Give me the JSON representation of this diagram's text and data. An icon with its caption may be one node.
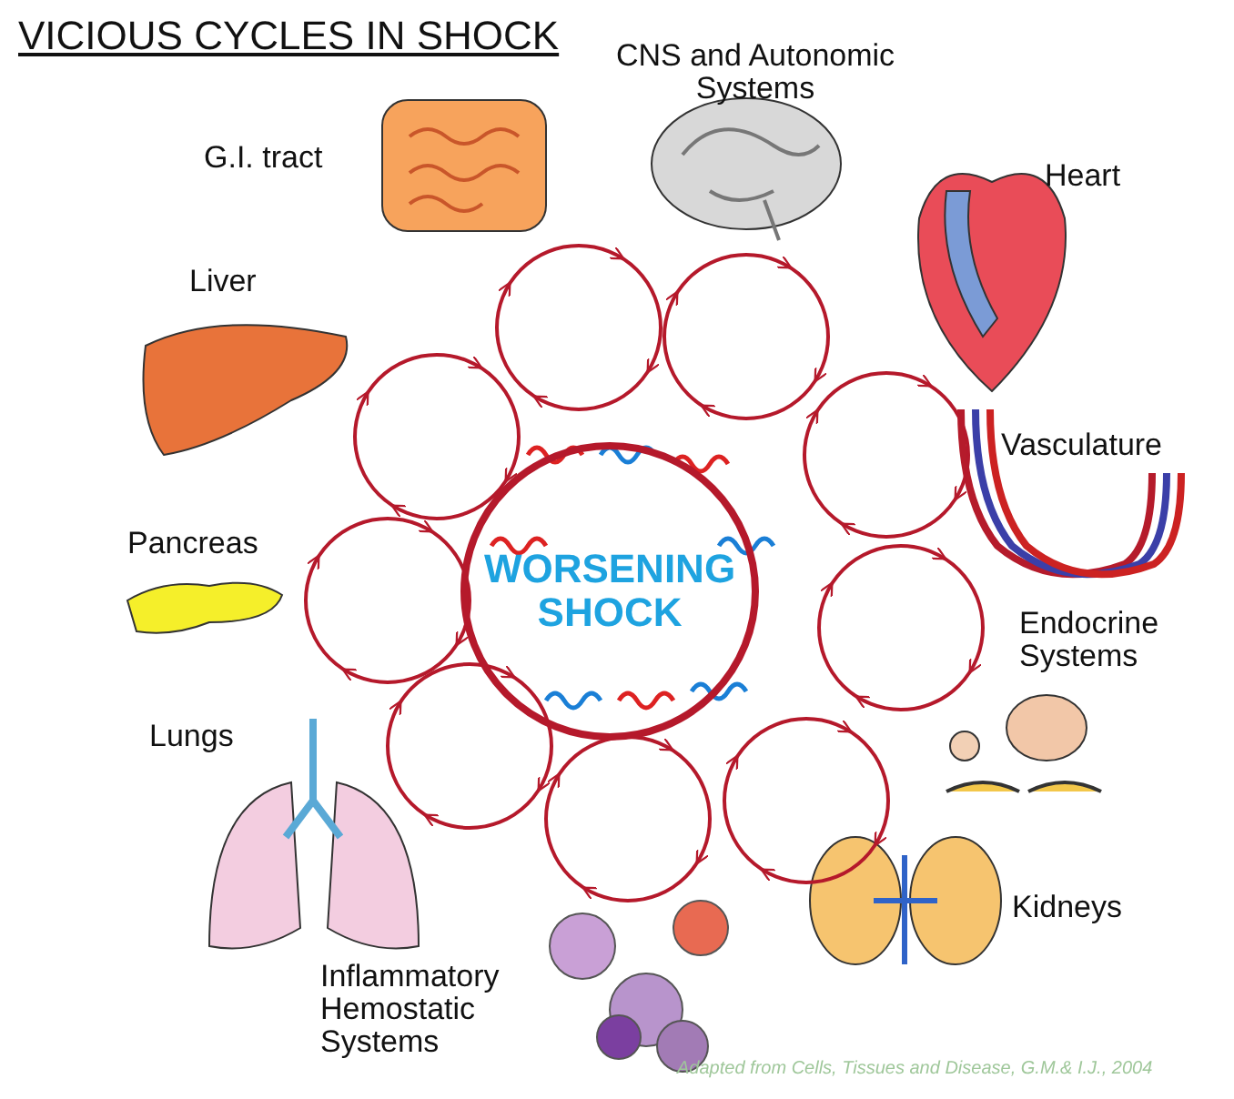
{
  "diagram": {
    "title": "VICIOUS CYCLES IN SHOCK",
    "caption": "Adapted from Cells, Tissues and Disease, G.M.& I.J., 2004",
    "nodes": [
      {
        "text": [
          "WORSENING SHOCK"
        ]
      }
    ],
    "labels": [
      "CNS and Autonomic Systems",
      "G.I. tract",
      "Heart",
      "Liver",
      "Vasculature",
      "Pancreas",
      "Endocrine Systems",
      "Lungs",
      "Kidneys",
      "Inflammatory Hemostatic Systems"
    ]
  }
}
